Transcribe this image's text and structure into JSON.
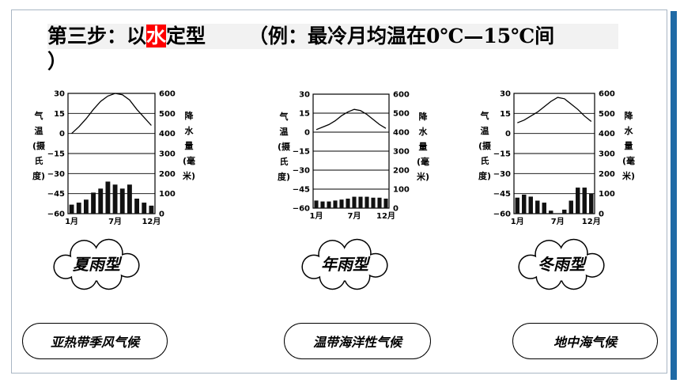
{
  "title": {
    "prefix": "第三步：以",
    "highlight": "水",
    "suffix": "定型",
    "note": "（例：最冷月均温在0℃—15℃间",
    "note_end": "）"
  },
  "labels": {
    "temp_axis": [
      "气",
      "温",
      "(摄",
      "氏",
      "度)"
    ],
    "precip_axis": [
      "降",
      "水",
      "量",
      "(毫",
      "米)"
    ]
  },
  "colors": {
    "accent_bar": "#1f6aa5",
    "highlight": "#ff0000"
  },
  "chart_data": [
    {
      "type": "bar",
      "x_ticks": [
        "1月",
        "7月",
        "12月"
      ],
      "left_ticks": [
        "30",
        "15",
        "0",
        "−15",
        "−30",
        "−45",
        "−60"
      ],
      "right_ticks": [
        "600",
        "500",
        "400",
        "300",
        "200",
        "100",
        "0"
      ],
      "temp_ylim": [
        -60,
        30
      ],
      "precip_ylim": [
        0,
        600
      ],
      "temperature": [
        0,
        5,
        11,
        18,
        24,
        28,
        30,
        29,
        25,
        18,
        12,
        6
      ],
      "precipitation": [
        45,
        55,
        70,
        105,
        125,
        160,
        145,
        125,
        145,
        75,
        55,
        40
      ],
      "type_label": "夏雨型",
      "climate": "亚热带季风气候"
    },
    {
      "type": "bar",
      "x_ticks": [
        "1月",
        "7月",
        "12月"
      ],
      "left_ticks": [
        "30",
        "15",
        "0",
        "−15",
        "−30",
        "−45",
        "−60"
      ],
      "right_ticks": [
        "600",
        "500",
        "400",
        "300",
        "200",
        "100",
        "0"
      ],
      "temp_ylim": [
        -60,
        30
      ],
      "precip_ylim": [
        0,
        600
      ],
      "temperature": [
        2,
        4,
        6,
        9,
        13,
        16,
        18,
        17,
        14,
        10,
        6,
        3
      ],
      "precipitation": [
        40,
        35,
        35,
        40,
        45,
        50,
        60,
        60,
        60,
        55,
        55,
        50
      ],
      "type_label": "年雨型",
      "climate": "温带海洋性气候"
    },
    {
      "type": "bar",
      "x_ticks": [
        "1月",
        "7月",
        "12月"
      ],
      "left_ticks": [
        "30",
        "15",
        "0",
        "−15",
        "−30",
        "−45",
        "−60"
      ],
      "right_ticks": [
        "600",
        "500",
        "400",
        "300",
        "200",
        "100",
        "0"
      ],
      "temp_ylim": [
        -60,
        30
      ],
      "precip_ylim": [
        0,
        600
      ],
      "temperature": [
        8,
        10,
        13,
        16,
        20,
        24,
        27,
        26,
        22,
        18,
        13,
        9
      ],
      "precipitation": [
        80,
        95,
        85,
        65,
        55,
        15,
        0,
        20,
        65,
        130,
        130,
        100
      ],
      "type_label": "冬雨型",
      "climate": "地中海气候"
    }
  ]
}
